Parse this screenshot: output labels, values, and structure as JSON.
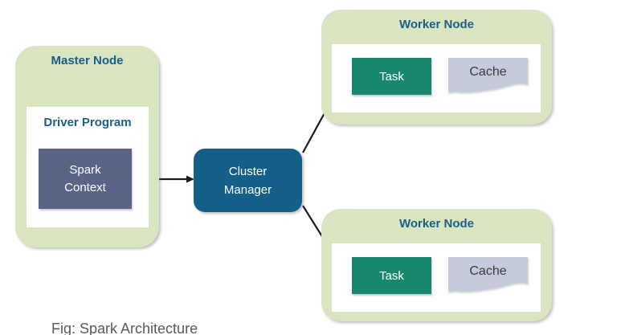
{
  "colors": {
    "canvas_bg": "#ffffff",
    "node_green": "#d9e4c0",
    "title_blue": "#1a5f87",
    "spark_context_fill": "#5a6486",
    "cluster_fill": "#135f88",
    "task_fill": "#18876d",
    "cache_fill": "#c5cbdc",
    "cache_text": "#3b3b3b",
    "arrow_black": "#1a1a1a",
    "caption_gray": "#58595c"
  },
  "master_node": {
    "title": "Master Node",
    "driver_program": {
      "title": "Driver Program",
      "spark_context": {
        "line1": "Spark",
        "line2": "Context"
      }
    }
  },
  "cluster_manager": {
    "line1": "Cluster",
    "line2": "Manager"
  },
  "workers": [
    {
      "title": "Worker Node",
      "task": "Task",
      "cache": "Cache"
    },
    {
      "title": "Worker Node",
      "task": "Task",
      "cache": "Cache"
    }
  ],
  "caption": "Fig: Spark Architecture"
}
